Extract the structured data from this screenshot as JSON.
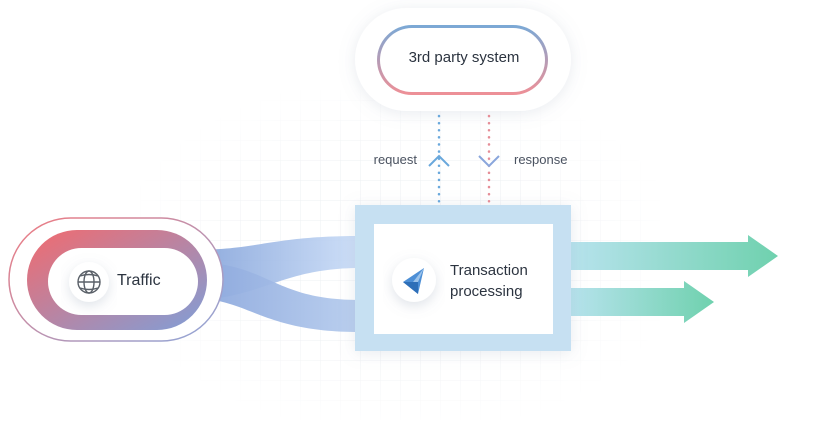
{
  "nodes": {
    "third_party": {
      "label": "3rd party system"
    },
    "traffic": {
      "label": "Traffic"
    },
    "transaction": {
      "label": "Transaction processing"
    }
  },
  "edges": {
    "request": {
      "label": "request"
    },
    "response": {
      "label": "response"
    }
  },
  "icons": {
    "traffic": "globe-icon",
    "transaction": "paper-plane-icon"
  },
  "colors": {
    "traffic_gradient_start": "#f26a6e",
    "traffic_gradient_end": "#7f9fd8",
    "third_party_gradient_start": "#7aa9d6",
    "third_party_gradient_end": "#ef8f96",
    "request_dots": "#6aa8dc",
    "response_dots": "#e58d97",
    "flow_ribbon": "#7f9fd8",
    "transaction_frame": "#c6e0f2",
    "output_arrows": "#6fd1ae"
  }
}
